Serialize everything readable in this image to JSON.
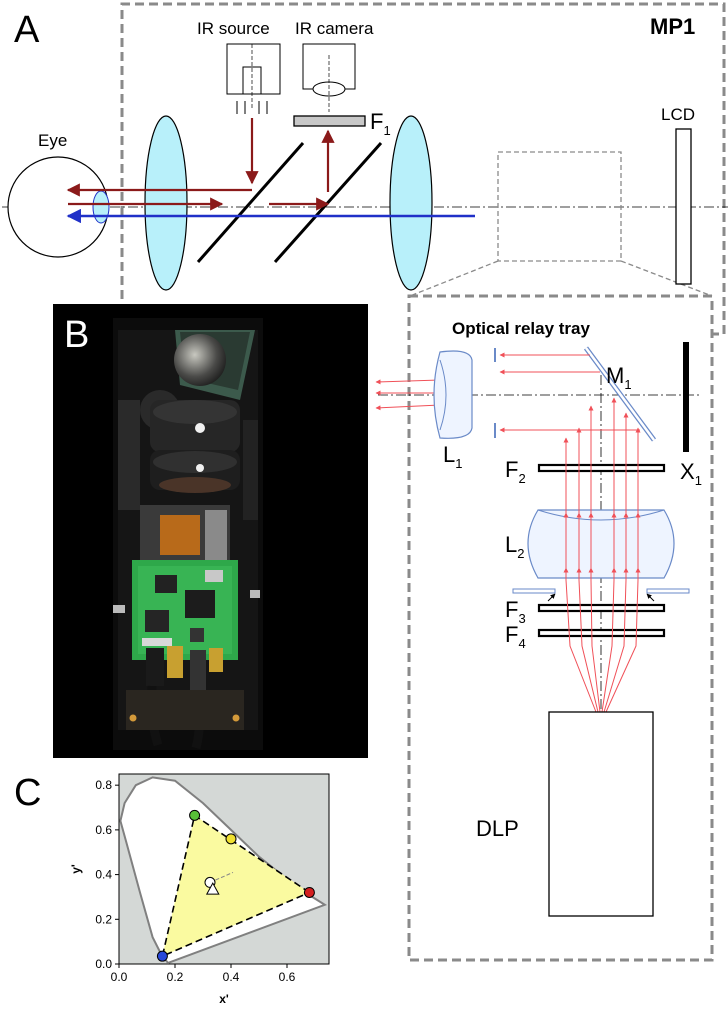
{
  "panels": {
    "a": "A",
    "b": "B",
    "c": "C"
  },
  "panel_a": {
    "title": "MP1",
    "eye": "Eye",
    "ir_source": "IR source",
    "ir_camera": "IR camera",
    "filter_f": "F",
    "filter_sub": "1",
    "lcd": "LCD"
  },
  "relay": {
    "title": "Optical relay tray",
    "mirror": "M",
    "mirror_sub": "1",
    "lens1": "L",
    "lens1_sub": "1",
    "filter2": "F",
    "filter2_sub": "2",
    "shutter": "X",
    "shutter_sub": "1",
    "lens2": "L",
    "lens2_sub": "2",
    "filter3": "F",
    "filter3_sub": "3",
    "filter4": "F",
    "filter4_sub": "4",
    "projector": "DLP"
  },
  "colors": {
    "lens_fill": "#b8f0fa",
    "ir_ray": "#8b1a1a",
    "visible_ray": "#2030c8",
    "relay_ray": "#f05058",
    "dashed_frame": "#8a8a8a",
    "gamut_fill": "#fafaa0",
    "plot_bg": "#d4d8d6"
  },
  "chart_data": {
    "type": "scatter",
    "title": "",
    "xlabel": "x'",
    "ylabel": "y'",
    "xlim": [
      0.0,
      0.75
    ],
    "ylim": [
      0.0,
      0.85
    ],
    "xticks": [
      "0.0",
      "0.2",
      "0.4",
      "0.6"
    ],
    "yticks": [
      "0.0",
      "0.2",
      "0.4",
      "0.6",
      "0.8"
    ],
    "spectral_locus": [
      [
        0.175,
        0.005
      ],
      [
        0.152,
        0.04
      ],
      [
        0.12,
        0.12
      ],
      [
        0.075,
        0.32
      ],
      [
        0.025,
        0.55
      ],
      [
        0.005,
        0.64
      ],
      [
        0.02,
        0.72
      ],
      [
        0.06,
        0.8
      ],
      [
        0.12,
        0.835
      ],
      [
        0.2,
        0.82
      ],
      [
        0.3,
        0.72
      ],
      [
        0.4,
        0.6
      ],
      [
        0.5,
        0.48
      ],
      [
        0.6,
        0.38
      ],
      [
        0.69,
        0.3
      ],
      [
        0.735,
        0.265
      ]
    ],
    "primaries": [
      {
        "color": "#d42020",
        "x": 0.68,
        "y": 0.32
      },
      {
        "color": "#58c038",
        "x": 0.27,
        "y": 0.665
      },
      {
        "color": "#2848d8",
        "x": 0.155,
        "y": 0.035
      }
    ],
    "extra_points": [
      {
        "color": "#f0e030",
        "shape": "circle",
        "x": 0.4,
        "y": 0.56
      },
      {
        "color": "#ffffff",
        "shape": "circle",
        "x": 0.325,
        "y": 0.365
      },
      {
        "color": "#ffffff",
        "shape": "triangle",
        "x": 0.335,
        "y": 0.335
      }
    ]
  }
}
